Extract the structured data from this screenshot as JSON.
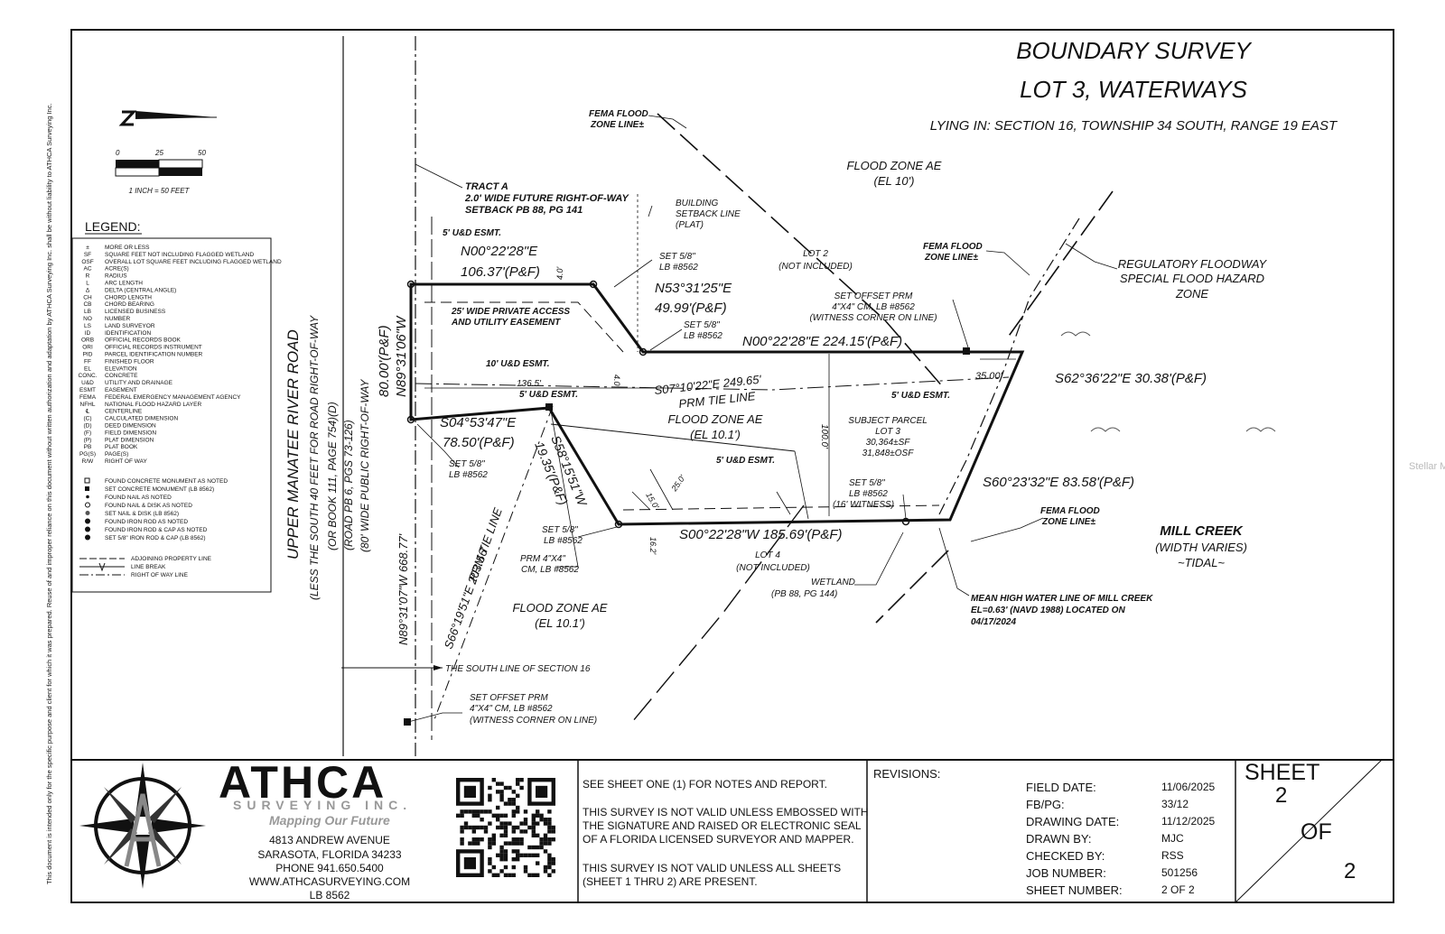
{
  "title": {
    "line1": "BOUNDARY SURVEY",
    "line2": "LOT 3, WATERWAYS",
    "line3": "LYING IN: SECTION 16, TOWNSHIP 34 SOUTH, RANGE 19 EAST"
  },
  "scale": {
    "t0": "0",
    "t25": "25",
    "t50": "50",
    "caption": "1 INCH = 50 FEET"
  },
  "legend": {
    "heading": "LEGEND:",
    "rows": [
      [
        "±",
        "MORE OR LESS"
      ],
      [
        "SF",
        "SQUARE FEET NOT INCLUDING FLAGGED WETLAND"
      ],
      [
        "OSF",
        "OVERALL LOT SQUARE FEET INCLUDING FLAGGED WETLAND"
      ],
      [
        "AC",
        "ACRE(S)"
      ],
      [
        "R",
        "RADIUS"
      ],
      [
        "L",
        "ARC LENGTH"
      ],
      [
        "Δ",
        "DELTA (CENTRAL ANGLE)"
      ],
      [
        "CH",
        "CHORD LENGTH"
      ],
      [
        "CB",
        "CHORD BEARING"
      ],
      [
        "LB",
        "LICENSED BUSINESS"
      ],
      [
        "NO",
        "NUMBER"
      ],
      [
        "LS",
        "LAND SURVEYOR"
      ],
      [
        "ID",
        "IDENTIFICATION"
      ],
      [
        "ORB",
        "OFFICIAL RECORDS BOOK"
      ],
      [
        "ORI",
        "OFFICIAL RECORDS INSTRUMENT"
      ],
      [
        "PID",
        "PARCEL IDENTIFICATION NUMBER"
      ],
      [
        "FF",
        "FINISHED FLOOR"
      ],
      [
        "EL",
        "ELEVATION"
      ],
      [
        "CONC.",
        "CONCRETE"
      ],
      [
        "U&D",
        "UTILITY AND DRAINAGE"
      ],
      [
        "ESMT",
        "EASEMENT"
      ],
      [
        "FEMA",
        "FEDERAL EMERGENCY MANAGEMENT AGENCY"
      ],
      [
        "NFHL",
        "NATIONAL FLOOD HAZARD LAYER"
      ],
      [
        "℄",
        "CENTERLINE"
      ],
      [
        "(C)",
        "CALCULATED DIMENSION"
      ],
      [
        "(D)",
        "DEED DIMENSION"
      ],
      [
        "(F)",
        "FIELD DIMENSION"
      ],
      [
        "(P)",
        "PLAT DIMENSION"
      ],
      [
        "PB",
        "PLAT BOOK"
      ],
      [
        "PG(S)",
        "PAGE(S)"
      ],
      [
        "R/W",
        "RIGHT OF WAY"
      ]
    ],
    "symbols": [
      "FOUND CONCRETE MONUMENT AS NOTED",
      "SET CONCRETE MONUMENT (LB 8562)",
      "FOUND NAIL AS NOTED",
      "FOUND NAIL & DISK AS NOTED",
      "SET NAIL & DISK (LB 8562)",
      "FOUND IRON ROD AS NOTED",
      "FOUND IRON ROD & CAP AS NOTED",
      "SET 5/8\" IRON ROD & CAP (LB 8562)"
    ],
    "lines": [
      "ADJOINING PROPERTY LINE",
      "LINE BREAK",
      "RIGHT OF WAY LINE"
    ]
  },
  "labels": {
    "road1": "UPPER MANATEE RIVER ROAD",
    "road2": "(LESS THE SOUTH 40 FEET FOR ROAD RIGHT-OF-WAY",
    "road3": "(OR BOOK 111, PAGE 754)(D)",
    "road4": "(ROAD PB 6, PGS 73-126)",
    "road5": "(80' WIDE PUBLIC RIGHT-OF-WAY",
    "tract1": "TRACT A",
    "tract2": "2.0' WIDE FUTURE RIGHT-OF-WAY",
    "tract3": "SETBACK PB 88, PG 141",
    "fema1a": "FEMA FLOOD",
    "fema1b": "ZONE LINE±",
    "bsl1": "BUILDING",
    "bsl2": "SETBACK LINE",
    "bsl3": "(PLAT)",
    "fz1a": "FLOOD ZONE AE",
    "fz1b": "(EL 10')",
    "fema2a": "FEMA FLOOD",
    "fema2b": "ZONE LINE±",
    "reg1": "REGULATORY FLOODWAY",
    "reg2": "SPECIAL FLOOD HAZARD",
    "reg3": "ZONE",
    "lot2a": "LOT 2",
    "lot2b": "(NOT INCLUDED)",
    "ue5a": "5' U&D ESMT.",
    "brg1": "N00°22'28\"E",
    "dist1": "106.37'(P&F)",
    "d40": "4.0'",
    "set1a": "SET 5/8\"",
    "set1b": "LB #8562",
    "brg2": "N53°31'25\"E",
    "dist2": "49.99'(P&F)",
    "pae1": "25' WIDE PRIVATE ACCESS",
    "pae2": "AND UTILITY EASEMENT",
    "set2a": "SET 5/8\"",
    "set2b": "LB #8562",
    "off1": "SET OFFSET PRM",
    "off2": "4\"X4\" CM, LB #8562",
    "off3": "(WITNESS CORNER ON LINE)",
    "brg3": "N00°22'28\"E  224.15'(P&F)",
    "d80": "80.00'(P&F)",
    "brgW": "N89°31'06\"W",
    "ue10": "10' U&D ESMT.",
    "d40b": "4.0'",
    "d1365": "136.5'",
    "tie1": "S07°10'22\"E  249.65'",
    "tie2": "PRM TIE LINE",
    "d35": "35.00'",
    "brg4": "S62°36'22\"E  30.38'(P&F)",
    "ue5b": "5' U&D ESMT.",
    "ue5c": "5' U&D ESMT.",
    "brg5": "S04°53'47\"E",
    "dist5": "78.50'(P&F)",
    "brg6": "S58°15'51\"W",
    "dist6": "19.35'(P&F)",
    "fz2a": "FLOOD ZONE AE",
    "fz2b": "(EL 10.1')",
    "subj1": "SUBJECT PARCEL",
    "subj2": "LOT 3",
    "subj3": "30,364±SF",
    "subj4": "31,848±OSF",
    "d100": "100.0'",
    "ue5d": "5' U&D ESMT.",
    "d250": "25.0'",
    "d150": "15.0'",
    "brg7": "S60°23'32\"E  83.58'(P&F)",
    "set3a": "SET 5/8\"",
    "set3b": "LB #8562",
    "set4a": "SET 5/8\"",
    "set4b": "LB #8562",
    "set4c": "(16' WITNESS)",
    "set5a": "SET 5/8\"",
    "set5b": "LB #8562",
    "d162": "16.2'",
    "brg8": "S00°22'28\"W  185.69'(P&F)",
    "fema3a": "FEMA FLOOD",
    "fema3b": "ZONE LINE±",
    "mill1": "MILL CREEK",
    "mill2": "(WIDTH VARIES)",
    "mill3": "~TIDAL~",
    "lot4a": "LOT 4",
    "lot4b": "(NOT INCLUDED)",
    "wet1": "WETLAND",
    "wet2": "(PB 88, PG 144)",
    "prm1": "PRM 4\"X4\"",
    "prm2": "CM, LB #8562",
    "tie3": "S66°19'51\"E  203.56'",
    "tie4": "PRM TIE LINE",
    "brg9": "N89°31'07\"W   668.77'",
    "mhw1": "MEAN HIGH WATER LINE OF MILL CREEK",
    "mhw2": "EL=0.63' (NAVD 1988) LOCATED ON",
    "mhw3": "04/17/2024",
    "fz3a": "FLOOD ZONE AE",
    "fz3b": "(EL 10.1')",
    "south": "THE SOUTH LINE OF SECTION 16",
    "off4": "SET OFFSET PRM",
    "off5": "4\"X4\" CM, LB #8562",
    "off6": "(WITNESS CORNER ON LINE)",
    "watermark": "Stellar MLS"
  },
  "side_note": "This document is intended only for the specific purpose and client for which it was prepared. Reuse of and improper reliance on this document without written authorization and adaptation by ATHCA Surveying Inc. shall be without liability to ATHCA Surveying Inc.",
  "company": {
    "name": "ATHCA",
    "sub": "SURVEYING INC.",
    "slogan": "Mapping Our Future",
    "addr1": "4813 ANDREW AVENUE",
    "addr2": "SARASOTA, FLORIDA 34233",
    "phone": "PHONE 941.650.5400",
    "web": "WWW.ATHCASURVEYING.COM",
    "lb": "LB  8562"
  },
  "notes": {
    "n1": "SEE SHEET ONE (1) FOR NOTES AND REPORT.",
    "n2a": "THIS SURVEY IS NOT VALID UNLESS EMBOSSED WITH",
    "n2b": "THE SIGNATURE AND RAISED OR ELECTRONIC SEAL",
    "n2c": "OF A FLORIDA LICENSED SURVEYOR AND MAPPER.",
    "n3a": "THIS SURVEY IS NOT VALID UNLESS ALL SHEETS",
    "n3b": "(SHEET 1 THRU 2) ARE PRESENT."
  },
  "revisions": "REVISIONS:",
  "info": [
    {
      "k": "FIELD DATE:",
      "v": "11/06/2025"
    },
    {
      "k": "FB/PG:",
      "v": "33/12"
    },
    {
      "k": "DRAWING DATE:",
      "v": "11/12/2025"
    },
    {
      "k": "DRAWN BY:",
      "v": "MJC"
    },
    {
      "k": "CHECKED BY:",
      "v": "RSS"
    },
    {
      "k": "JOB NUMBER:",
      "v": "501256"
    },
    {
      "k": "SHEET NUMBER:",
      "v": "2 OF 2"
    }
  ],
  "sheet": {
    "label": "SHEET",
    "num": "2",
    "of": "OF",
    "total": "2"
  }
}
